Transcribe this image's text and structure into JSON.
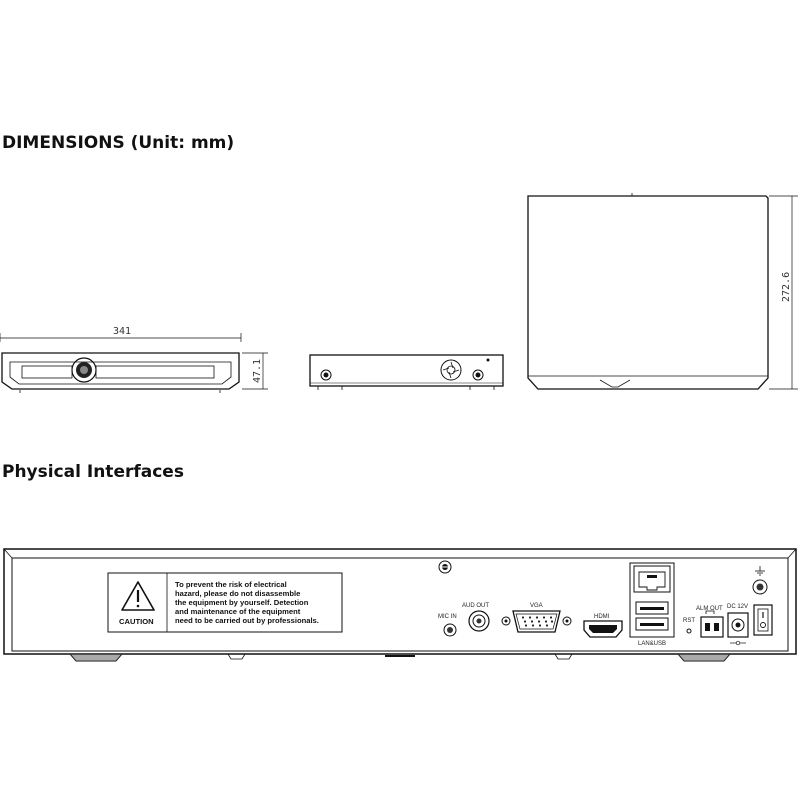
{
  "headings": {
    "dimensions": "DIMENSIONS  (Unit: mm)",
    "interfaces": "Physical Interfaces"
  },
  "dimensions": {
    "width": "341",
    "height": "47.1",
    "depth": "272.6"
  },
  "caution": {
    "label": "CAUTION",
    "lines": [
      "To prevent the risk of  electrical",
      "hazard, please do not disassemble",
      "the equipment by yourself. Detection",
      "and maintenance of the equipment",
      "need to be carried out by professionals."
    ]
  },
  "ports": {
    "mic_in": "MIC  IN",
    "aud_out": "AUD  OUT",
    "vga": "VGA",
    "hdmi": "HDMI",
    "lan_usb": "LAN&USB",
    "rst": "RST",
    "alm_out": "ALM OUT",
    "dc": "DC 12V"
  },
  "icons": [
    "warning-triangle-icon",
    "ground-icon",
    "screw-icon",
    "dc-polarity-icon"
  ]
}
